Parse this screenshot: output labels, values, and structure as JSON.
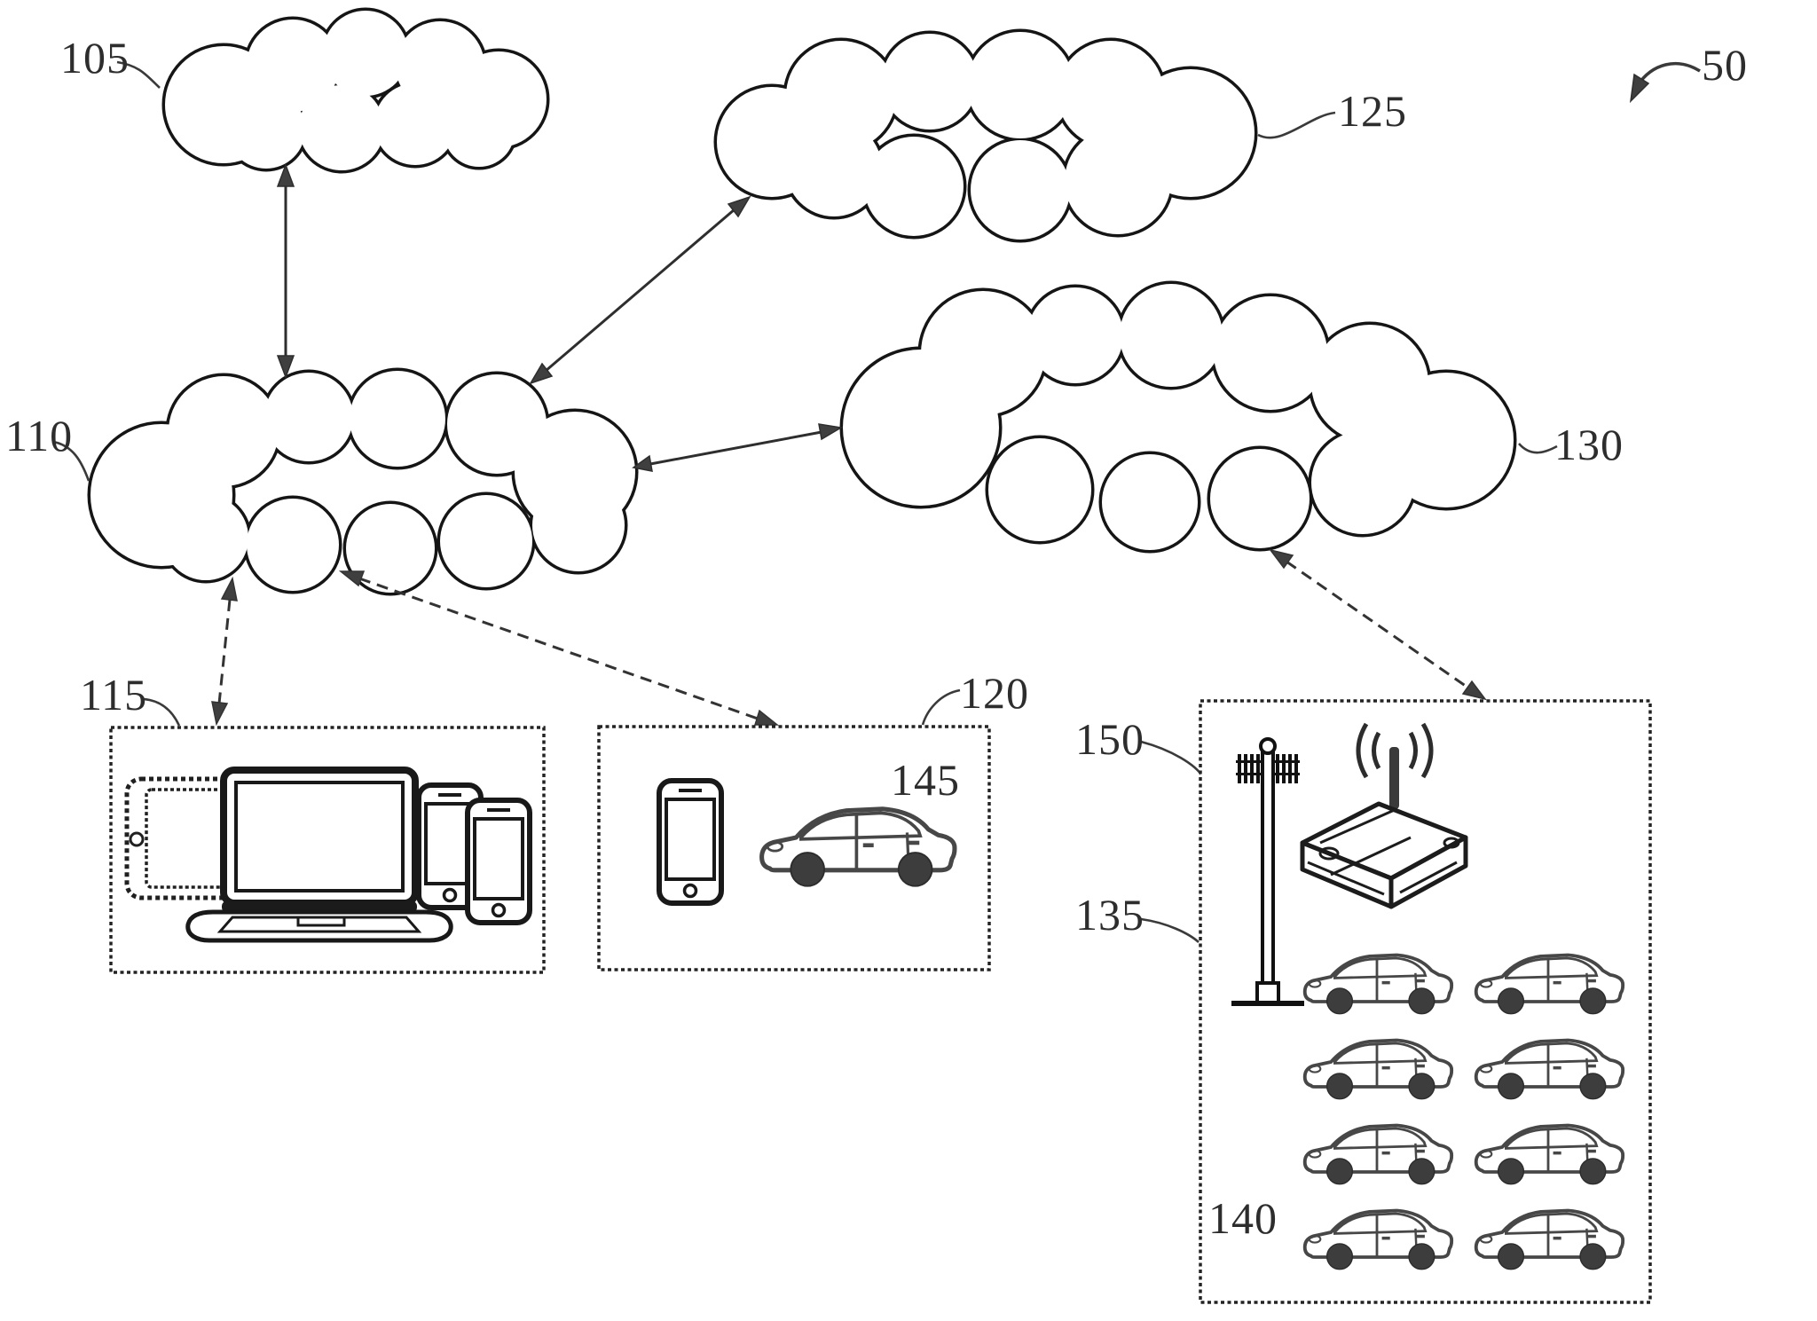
{
  "figure_type": "patent-network-diagram",
  "colors": {
    "ink": "#1b1b1b",
    "texture": "#3f3f3f",
    "paper": "#ffffff"
  },
  "labels": {
    "figure_ref": "50",
    "cloud_105": "105",
    "cloud_110": "110",
    "box_115": "115",
    "box_120": "120",
    "cloud_125": "125",
    "cloud_130": "130",
    "box_135": "135",
    "cars_140": "140",
    "car_145": "145",
    "tower_150": "150"
  },
  "icons": {
    "cloud_network": "cloud-outline-icon",
    "tablet": "tablet-icon",
    "laptop": "laptop-icon",
    "smartphone": "smartphone-icon",
    "vehicle": "car-side-icon",
    "vehicle_fleet": "car-fleet-icons",
    "cell_tower": "cell-tower-icon",
    "wireless_router": "wifi-router-icon",
    "solid_link": "double-headed-arrow",
    "wireless_link": "dashed-double-headed-arrow",
    "figure_pointer": "curved-arrow"
  },
  "connections": [
    {
      "from": "105",
      "to": "110",
      "style": "solid"
    },
    {
      "from": "110",
      "to": "125",
      "style": "solid"
    },
    {
      "from": "110",
      "to": "130",
      "style": "solid"
    },
    {
      "from": "110",
      "to": "115",
      "style": "dashed"
    },
    {
      "from": "110",
      "to": "120",
      "style": "dashed"
    },
    {
      "from": "130",
      "to": "135",
      "style": "dashed"
    }
  ]
}
